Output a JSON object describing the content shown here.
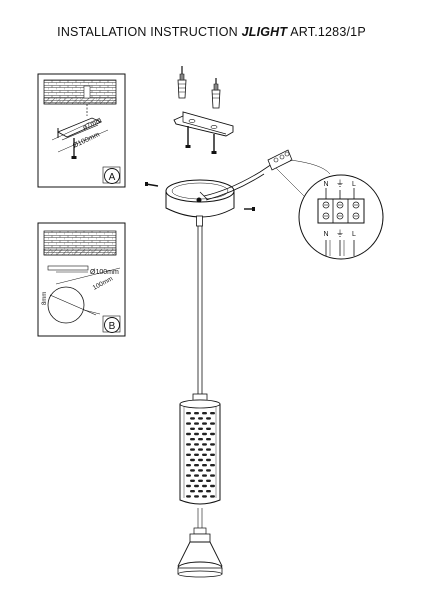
{
  "header": {
    "prefix": "INSTALLATION INSTRUCTION",
    "brand": "JLIGHT",
    "article": "ART.1283/1P"
  },
  "panel_a": {
    "badge": "A",
    "dim_1": "ø7mm",
    "dim_2": "Ø100mm"
  },
  "panel_b": {
    "badge": "B",
    "dim_diameter": "Ø100mm",
    "dim_radius": "100mm",
    "dim_small": "8mm"
  },
  "terminal": {
    "top_labels": [
      "N",
      "⏚",
      "L"
    ],
    "bottom_labels": [
      "N",
      "⏚",
      "L"
    ]
  }
}
